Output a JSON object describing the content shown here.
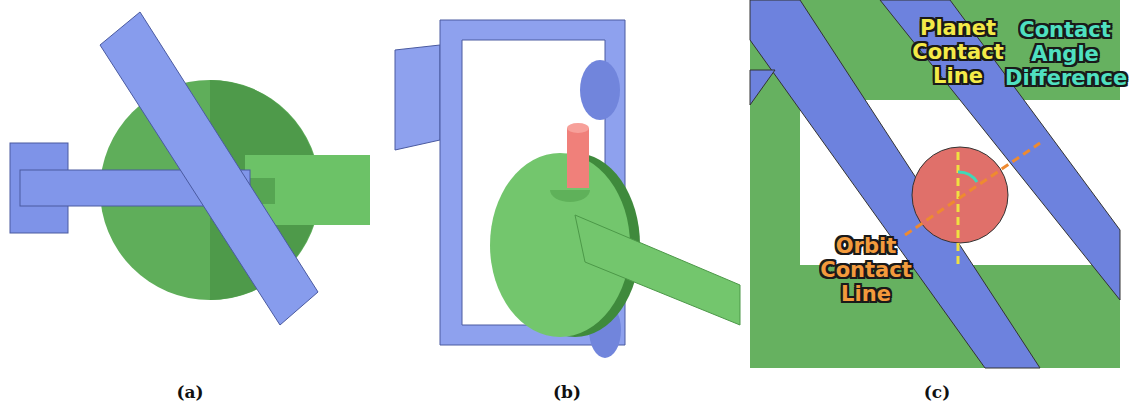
{
  "diagram": {
    "labels": [
      "Planet Contact Line",
      "Contact Angle Difference",
      "Orbit Contact Line",
      "(a)",
      "(b)",
      "(c)"
    ]
  }
}
